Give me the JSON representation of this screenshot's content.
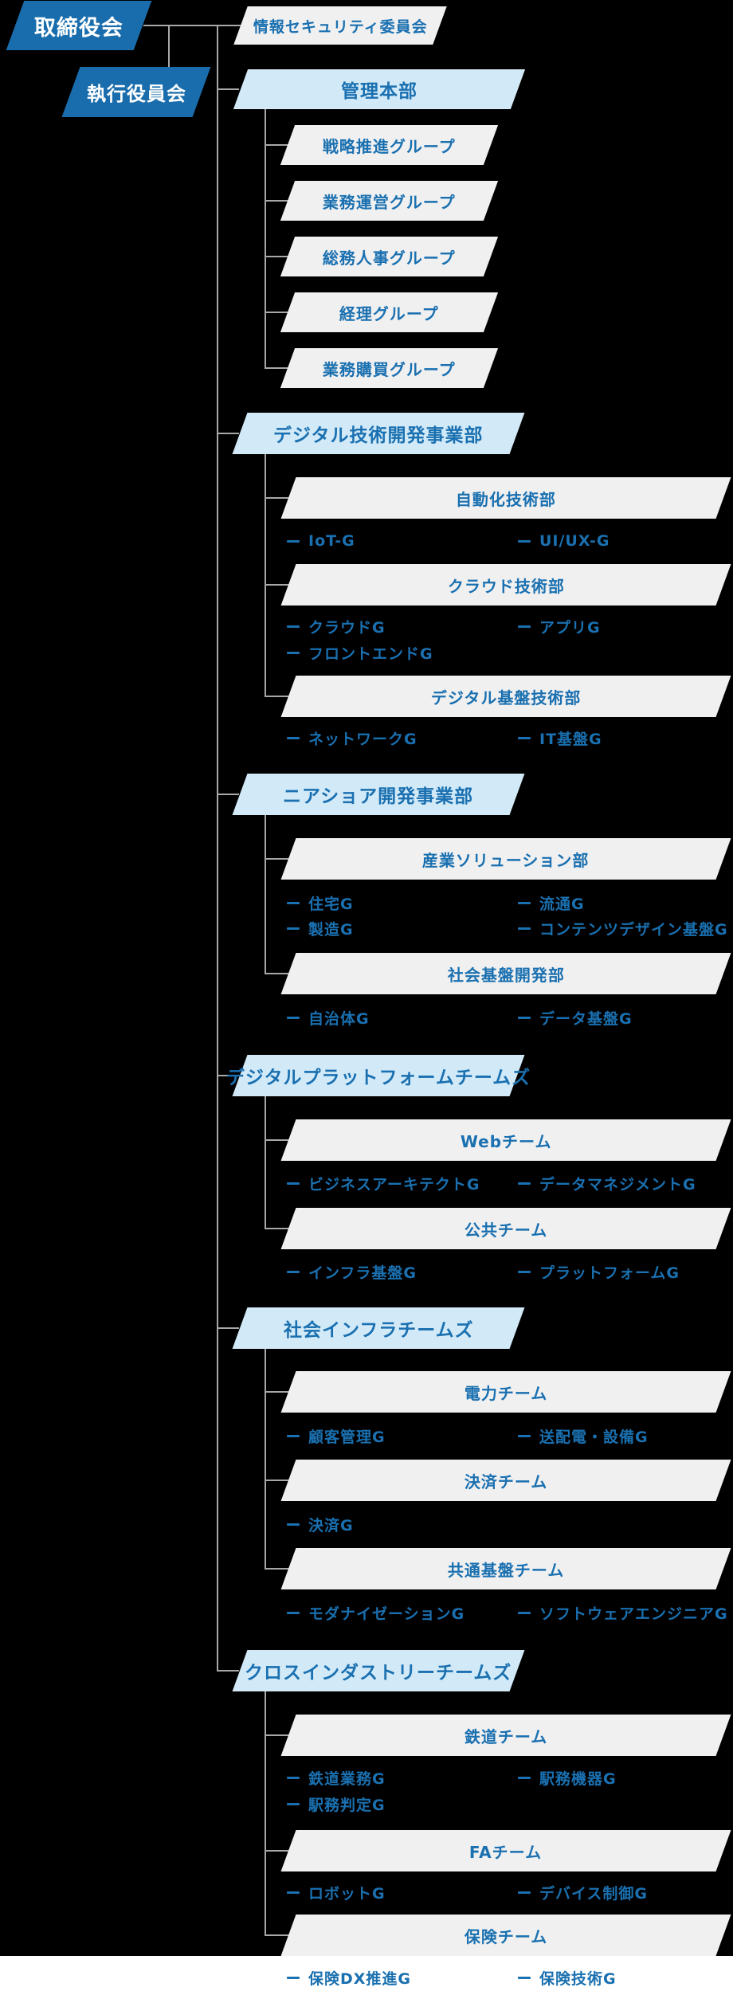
{
  "palette": {
    "background": "#000000",
    "primary_blue": "#1a6dac",
    "light_blue": "#d2eaf8",
    "box_gray": "#f0f0f1",
    "text_blue": "#1a70b0",
    "line_gray": "#a8a8a8",
    "bottom_strip": "#ffffff"
  },
  "top": {
    "board": "取締役会",
    "executive": "執行役員会",
    "committee": "情報セキュリティ委員会"
  },
  "admin": {
    "label": "管理本部",
    "groups": [
      "戦略推進グループ",
      "業務運営グループ",
      "総務人事グループ",
      "経理グループ",
      "業務購買グループ"
    ]
  },
  "divisions": [
    {
      "label": "デジタル技術開発事業部",
      "departments": [
        {
          "label": "自動化技術部",
          "left": [
            "IoT-G"
          ],
          "right": [
            "UI/UX-G"
          ]
        },
        {
          "label": "クラウド技術部",
          "left": [
            "クラウドG",
            "フロントエンドG"
          ],
          "right": [
            "アプリG"
          ]
        },
        {
          "label": "デジタル基盤技術部",
          "left": [
            "ネットワークG"
          ],
          "right": [
            "IT基盤G"
          ]
        }
      ]
    },
    {
      "label": "ニアショア開発事業部",
      "departments": [
        {
          "label": "産業ソリューション部",
          "left": [
            "住宅G",
            "製造G"
          ],
          "right": [
            "流通G",
            "コンテンツデザイン基盤G"
          ]
        },
        {
          "label": "社会基盤開発部",
          "left": [
            "自治体G"
          ],
          "right": [
            "データ基盤G"
          ]
        }
      ]
    },
    {
      "label": "デジタルプラットフォームチームズ",
      "departments": [
        {
          "label": "Webチーム",
          "left": [
            "ビジネスアーキテクトG"
          ],
          "right": [
            "データマネジメントG"
          ]
        },
        {
          "label": "公共チーム",
          "left": [
            "インフラ基盤G"
          ],
          "right": [
            "プラットフォームG"
          ]
        }
      ]
    },
    {
      "label": "社会インフラチームズ",
      "departments": [
        {
          "label": "電力チーム",
          "left": [
            "顧客管理G"
          ],
          "right": [
            "送配電・設備G"
          ]
        },
        {
          "label": "決済チーム",
          "left": [
            "決済G"
          ],
          "right": []
        },
        {
          "label": "共通基盤チーム",
          "left": [
            "モダナイゼーションG"
          ],
          "right": [
            "ソフトウェアエンジニアG"
          ]
        }
      ]
    },
    {
      "label": "クロスインダストリーチームズ",
      "departments": [
        {
          "label": "鉄道チーム",
          "left": [
            "鉄道業務G",
            "駅務判定G"
          ],
          "right": [
            "駅務機器G"
          ]
        },
        {
          "label": "FAチーム",
          "left": [
            "ロボットG"
          ],
          "right": [
            "デバイス制御G"
          ]
        },
        {
          "label": "保険チーム",
          "left": [
            "保険DX推進G"
          ],
          "right": [
            "保険技術G"
          ]
        }
      ]
    }
  ]
}
